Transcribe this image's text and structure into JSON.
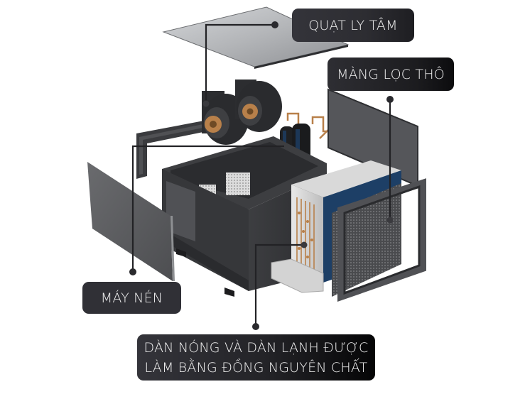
{
  "diagram": {
    "subject": "Exploded view of industrial air-conditioning unit",
    "colors": {
      "label_bg": "#2f2f34",
      "label_text": "#f2f2f2",
      "callout_line": "#2a2a2e",
      "panel_gray": "#5c5d60",
      "frame_dark": "#3b3c3f",
      "top_panel": "#b9bbbe",
      "copper": "#b8804a",
      "coil_blue": "#1d3f66"
    },
    "callouts": [
      {
        "id": "fan",
        "label": "QUẠT LY TÂM",
        "points_to": "centrifugal-fan"
      },
      {
        "id": "filter",
        "label": "MÀNG LỌC THÔ",
        "points_to": "coarse-filter-mesh"
      },
      {
        "id": "compressor",
        "label": "MÁY NÉN",
        "points_to": "compressor"
      },
      {
        "id": "coil",
        "label_line1": "DÀN NÓNG VÀ DÀN LẠNH ĐƯỢC",
        "label_line2": "LÀM BẰNG ĐỒNG NGUYÊN CHẤT",
        "points_to": "copper-coil"
      }
    ]
  }
}
